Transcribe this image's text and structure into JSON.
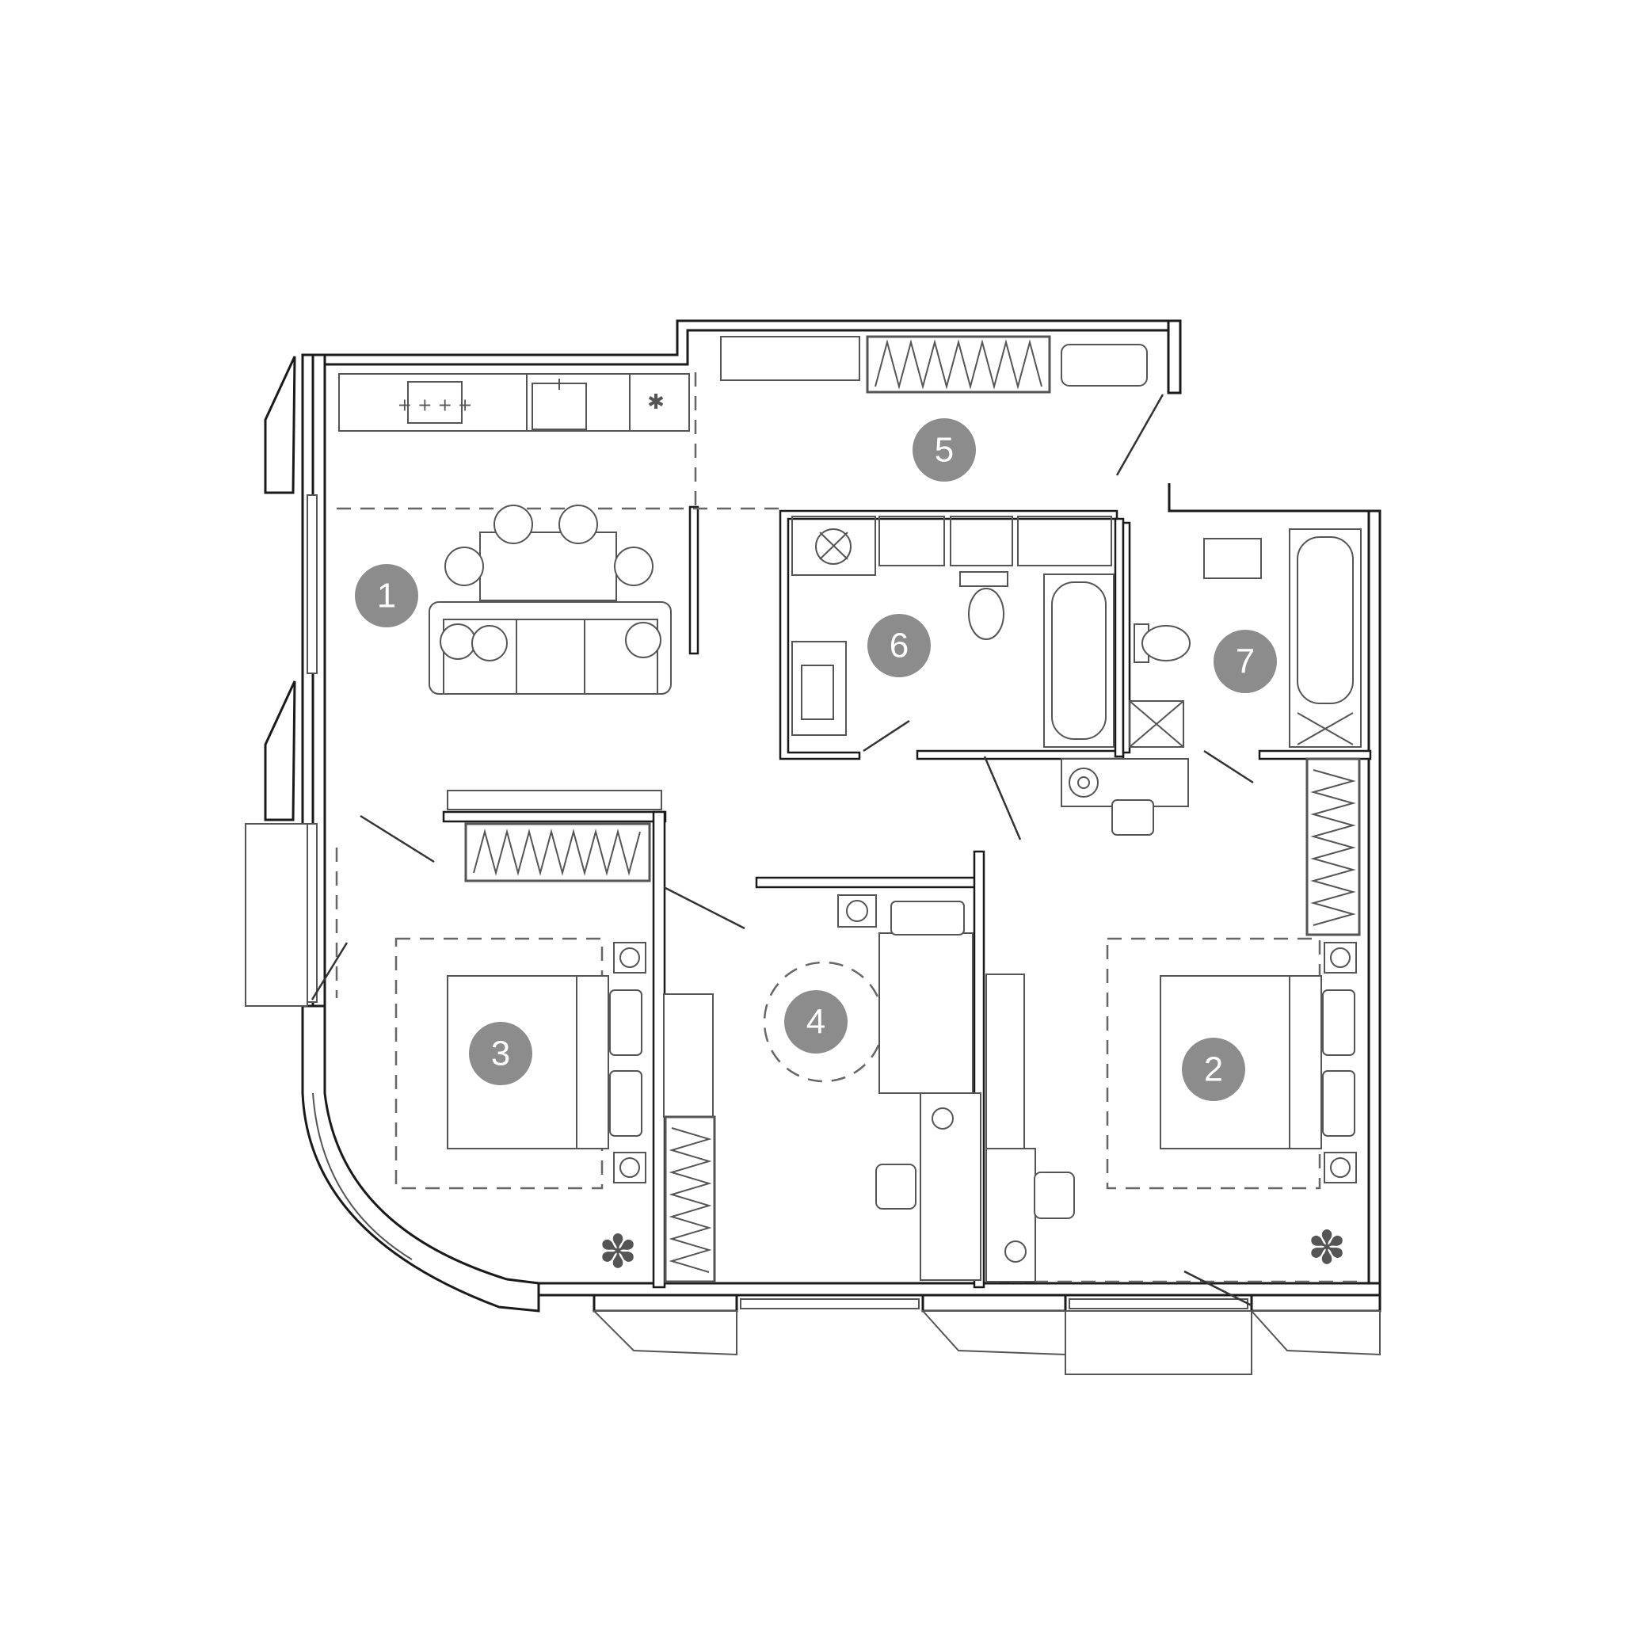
{
  "plan": {
    "rooms": [
      {
        "id": "room-1",
        "label": "1"
      },
      {
        "id": "room-2",
        "label": "2"
      },
      {
        "id": "room-3",
        "label": "3"
      },
      {
        "id": "room-4",
        "label": "4"
      },
      {
        "id": "room-5",
        "label": "5"
      },
      {
        "id": "room-6",
        "label": "6"
      },
      {
        "id": "room-7",
        "label": "7"
      }
    ],
    "colors": {
      "wall": "#1a1a1a",
      "furniture": "#555555",
      "marker": "#8c8c8c",
      "marker_text": "#ffffff",
      "background": "#ffffff"
    }
  }
}
